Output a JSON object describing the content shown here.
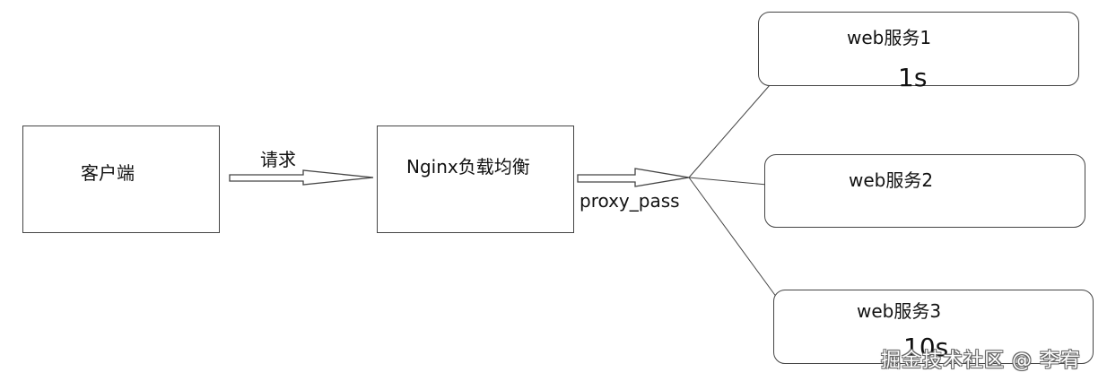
{
  "client": {
    "label": "客户端"
  },
  "request_arrow": {
    "label": "请求"
  },
  "nginx": {
    "label": "Nginx负载均衡"
  },
  "proxy_arrow": {
    "label": "proxy_pass"
  },
  "servers": [
    {
      "label": "web服务1",
      "timing": "1s"
    },
    {
      "label": "web服务2"
    },
    {
      "label": "web服务3",
      "timing": "10s"
    }
  ],
  "watermark": "掘金技术社区 @ 李宥"
}
